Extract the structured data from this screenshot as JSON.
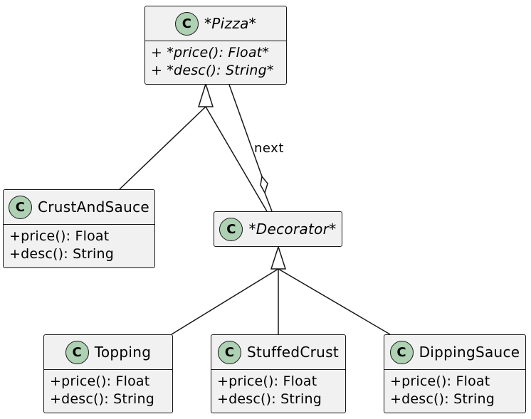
{
  "classes": {
    "pizza": {
      "stereotype_letter": "C",
      "name": "*Pizza*",
      "members": [
        "+ *price(): Float*",
        "+ *desc(): String*"
      ]
    },
    "crust_and_sauce": {
      "stereotype_letter": "C",
      "name": "CrustAndSauce",
      "members": [
        "+price(): Float",
        "+desc(): String"
      ]
    },
    "decorator": {
      "stereotype_letter": "C",
      "name": "*Decorator*"
    },
    "topping": {
      "stereotype_letter": "C",
      "name": "Topping",
      "members": [
        "+price(): Float",
        "+desc(): String"
      ]
    },
    "stuffed_crust": {
      "stereotype_letter": "C",
      "name": "StuffedCrust",
      "members": [
        "+price(): Float",
        "+desc(): String"
      ]
    },
    "dipping_sauce": {
      "stereotype_letter": "C",
      "name": "DippingSauce",
      "members": [
        "+price(): Float",
        "+desc(): String"
      ]
    }
  },
  "relations": {
    "next_label": "next"
  },
  "colors": {
    "class_fill": "#f1f1f1",
    "border": "#181818",
    "badge_fill": "#add1b2"
  }
}
